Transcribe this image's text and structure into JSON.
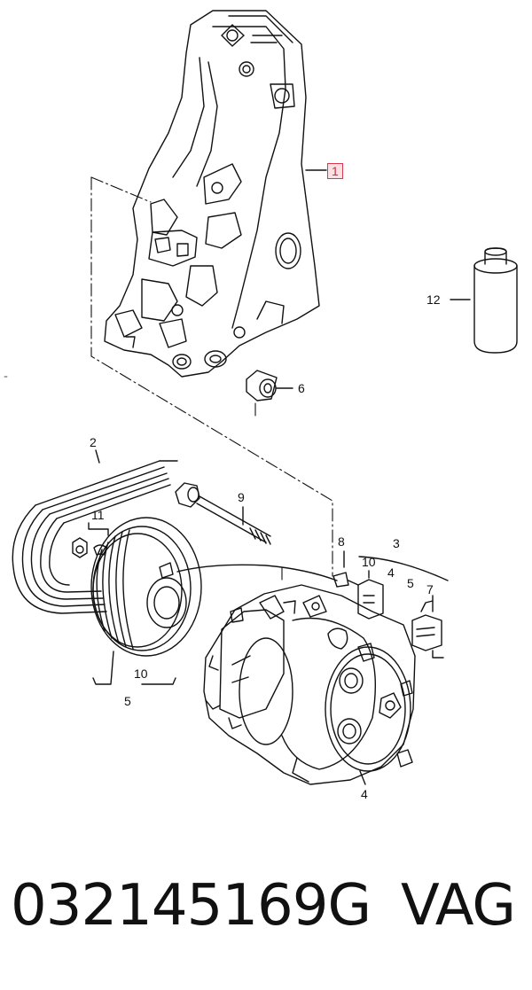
{
  "callouts": {
    "c1": "1",
    "c2": "2",
    "c3": "3",
    "c4a": "4",
    "c4b": "4",
    "c5a": "5",
    "c5b": "5",
    "c6": "6",
    "c7": "7",
    "c8": "8",
    "c9": "9",
    "c10a": "10",
    "c10b": "10",
    "c11": "11",
    "c12": "12"
  },
  "highlight_color": "#d63a4a",
  "caption": {
    "part_number": "032145169G",
    "brand": "VAG"
  }
}
